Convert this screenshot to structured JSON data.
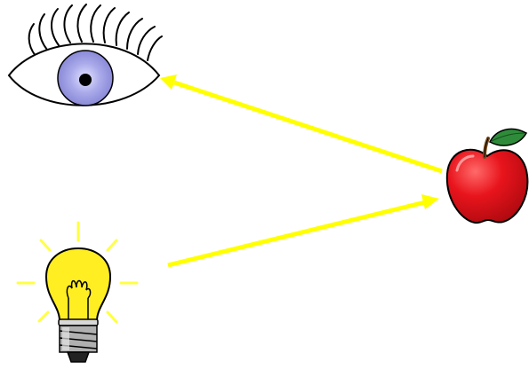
{
  "diagram": {
    "objects": [
      {
        "id": "eye",
        "icon": "eye-icon"
      },
      {
        "id": "apple",
        "icon": "apple-icon"
      },
      {
        "id": "light_bulb",
        "icon": "light-bulb-icon"
      }
    ],
    "arrows": [
      {
        "from": "light_bulb",
        "to": "apple"
      },
      {
        "from": "apple",
        "to": "eye"
      }
    ],
    "colors": {
      "background": "#ffffff",
      "arrow": "#ffff00",
      "outline": "#000000",
      "iris": "#8a8ad8",
      "iris_light": "#e4e4ff",
      "pupil": "#000000",
      "apple_red": "#e8141c",
      "apple_highlight": "#ff6a6a",
      "leaf_green": "#2e8b3a",
      "stem_brown": "#7a4a1a",
      "bulb_yellow": "#ffee22",
      "bulb_rays": "#ffff44",
      "base_gray": "#b0b0b0",
      "base_dark": "#222222"
    }
  }
}
